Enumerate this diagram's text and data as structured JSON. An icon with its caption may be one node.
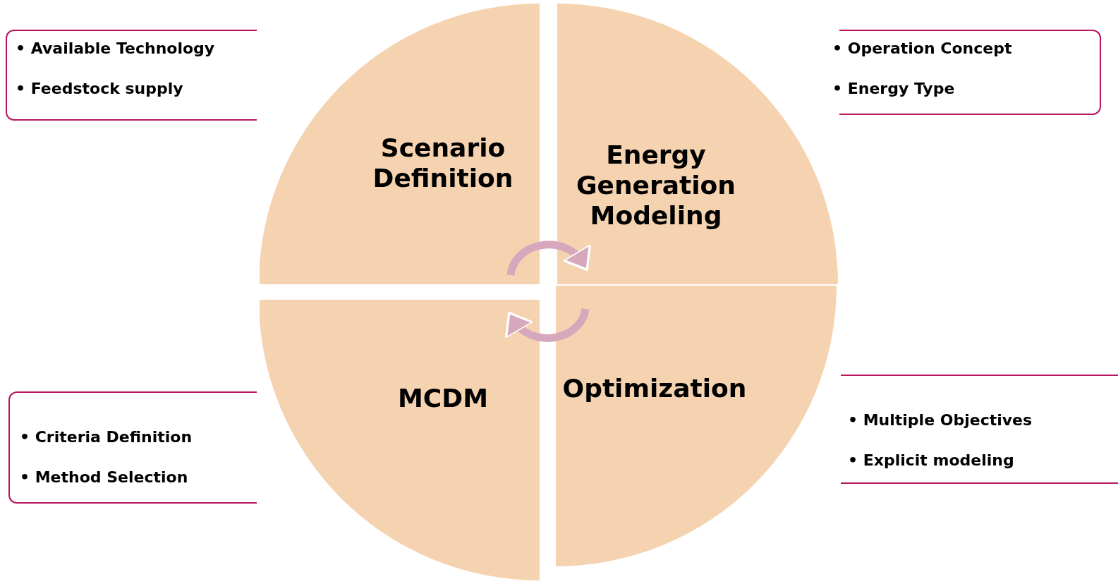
{
  "diagram": {
    "nodes": [
      {
        "text": [
          "Scenario Definition"
        ]
      },
      {
        "text": [
          "Energy Generation Modeling"
        ]
      },
      {
        "text": [
          "MCDM"
        ]
      },
      {
        "text": [
          "Optimization"
        ]
      },
      {
        "text": [
          "• Available Technology",
          "• Feedstock supply"
        ]
      },
      {
        "text": [
          "• Operation Concept",
          "• Energy Type"
        ]
      },
      {
        "text": [
          "• Criteria Definition",
          "• Method Selection"
        ]
      },
      {
        "text": [
          "• Multiple Objectives",
          "• Explicit modeling"
        ]
      }
    ],
    "edges": [
      {
        "from": 0,
        "to": 1,
        "arrow": "to"
      },
      {
        "from": 3,
        "to": 2,
        "arrow": "to"
      }
    ]
  }
}
